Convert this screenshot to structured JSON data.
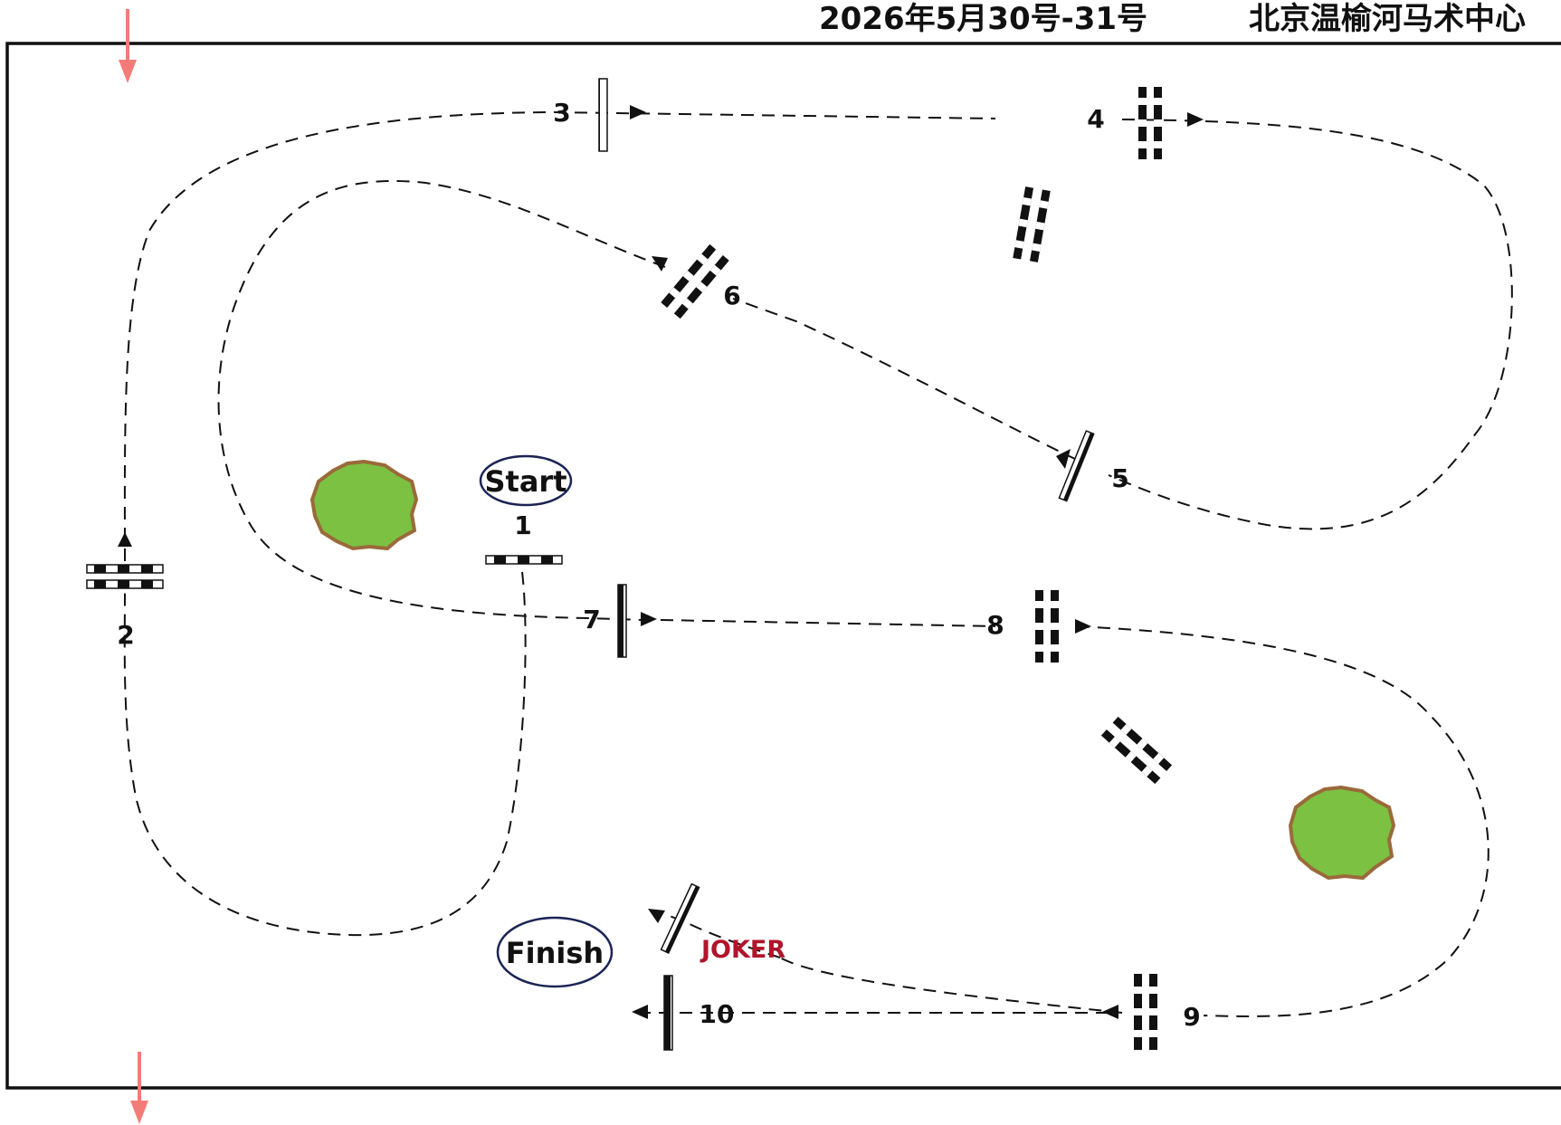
{
  "header": {
    "date": "2026年5月30号-31号",
    "venue": "北京温榆河马术中心"
  },
  "labels": {
    "start": "Start",
    "finish": "Finish",
    "joker": "JOKER"
  },
  "obstacle_numbers": [
    "1",
    "2",
    "3",
    "4",
    "5",
    "6",
    "7",
    "8",
    "9",
    "10"
  ],
  "colors": {
    "entry_exit_arrow": "#f47c78",
    "joker_text": "#b0152b",
    "oval_border": "#1b2455",
    "tree_fill": "#7cc142",
    "tree_edge": "#9a6a3a"
  },
  "icons": {
    "entry_arrow": "arrow-down-icon",
    "exit_arrow": "arrow-down-icon",
    "tree": "tree-icon"
  }
}
